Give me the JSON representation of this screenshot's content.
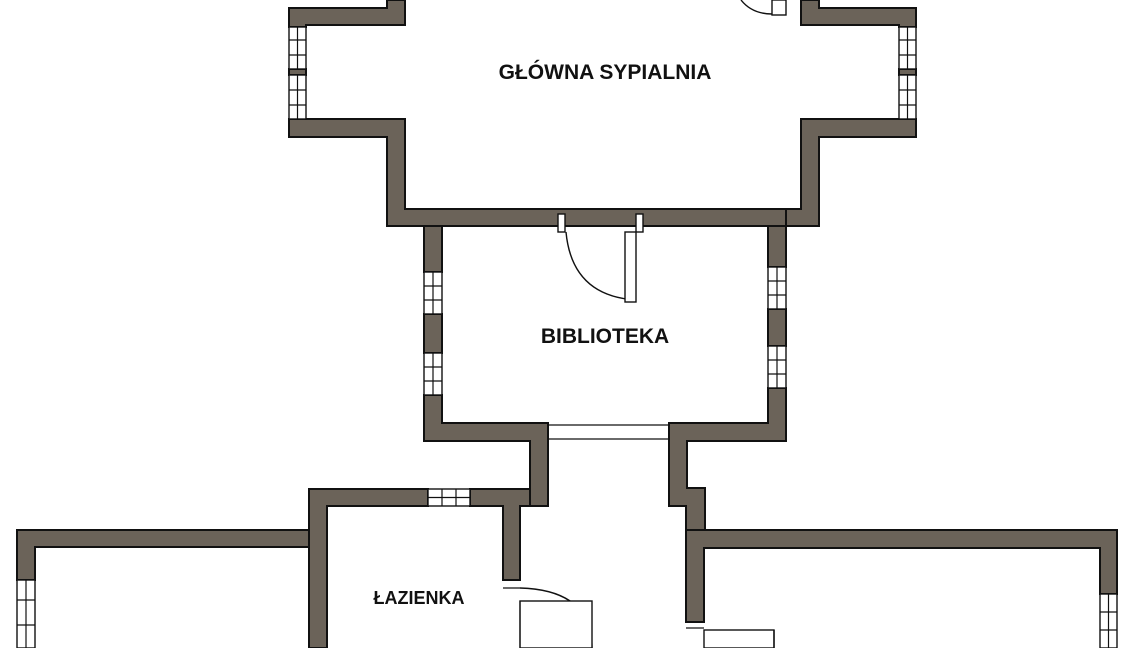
{
  "floor_plan": {
    "rooms": [
      {
        "id": "master-bedroom",
        "label": "GŁÓWNA SYPIALNIA"
      },
      {
        "id": "library",
        "label": "BIBLIOTEKA"
      },
      {
        "id": "bathroom",
        "label": "ŁAZIENKA"
      }
    ],
    "colors": {
      "wall_fill": "#6b6359",
      "wall_outline": "#111111",
      "background": "#ffffff"
    }
  }
}
